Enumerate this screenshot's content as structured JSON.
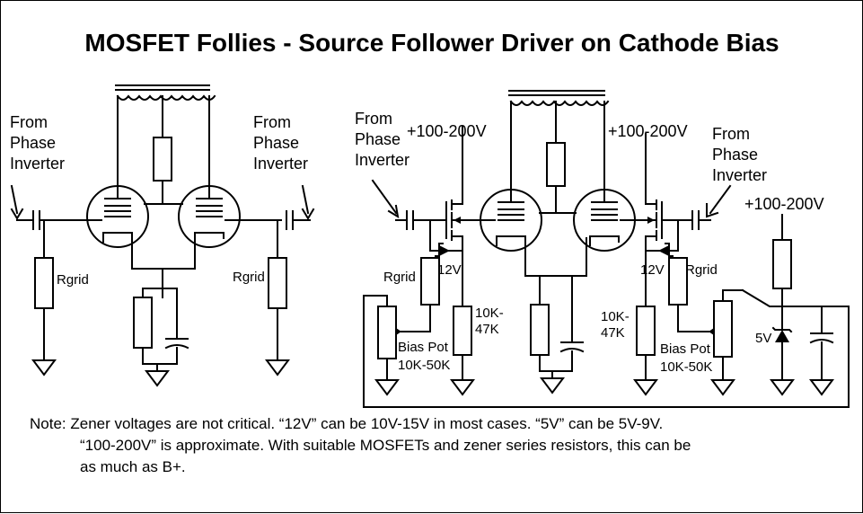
{
  "title": "MOSFET Follies - Source Follower Driver on Cathode Bias",
  "labels": {
    "from_pi": [
      "From",
      "Phase",
      "Inverter"
    ],
    "rgrid": "Rgrid",
    "b_plus": "+100-200V",
    "zener12": "12V",
    "zener5": "5V",
    "res_range": [
      "10K-",
      "47K"
    ],
    "bias_pot": [
      "Bias Pot",
      "10K-50K"
    ]
  },
  "note": [
    "Note: Zener voltages are not critical. “12V” can be 10V-15V in most cases. “5V” can be 5V-9V.",
    "“100-200V” is approximate. With suitable MOSFETs and zener series resistors, this can be",
    "as much as B+."
  ]
}
